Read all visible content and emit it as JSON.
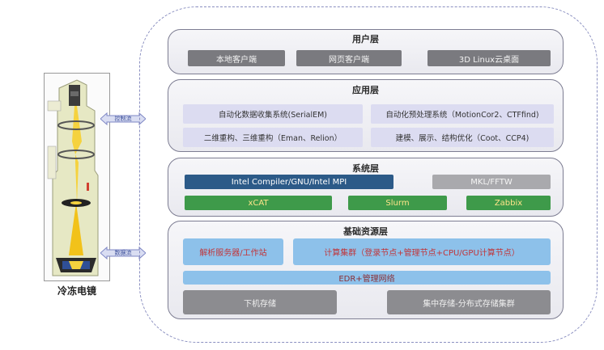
{
  "microscope": {
    "label": "冷冻电镜",
    "control_arrow_label": "控制流",
    "data_arrow_label": "数据流"
  },
  "layers": {
    "user": {
      "title": "用户层",
      "items": [
        "本地客户端",
        "网页客户端",
        "3D Linux云桌面"
      ]
    },
    "application": {
      "title": "应用层",
      "items": [
        "自动化数据收集系统(SerialEM)",
        "自动化预处理系统（MotionCor2、CTFfind)",
        "二维重构、三维重构（Eman、Relion）",
        "建模、展示、结构优化（Coot、CCP4)"
      ]
    },
    "system": {
      "title": "系统层",
      "compiler": "Intel Compiler/GNU/Intel MPI",
      "math_lib": "MKL/FFTW",
      "tools": [
        "xCAT",
        "Slurm",
        "Zabbix"
      ]
    },
    "infrastructure": {
      "title": "基础资源层",
      "server": "解析服务器/工作站",
      "cluster": "计算集群（登录节点+管理节点+CPU/GPU计算节点）",
      "network": "EDR+管理网络",
      "storage_local": "下机存储",
      "storage_central": "集中存储-分布式存储集群"
    }
  },
  "colors": {
    "outline": "#8a8fc0",
    "navy": "#2c5a88",
    "green": "#3e9a4a",
    "blue": "#8dc1ea"
  }
}
